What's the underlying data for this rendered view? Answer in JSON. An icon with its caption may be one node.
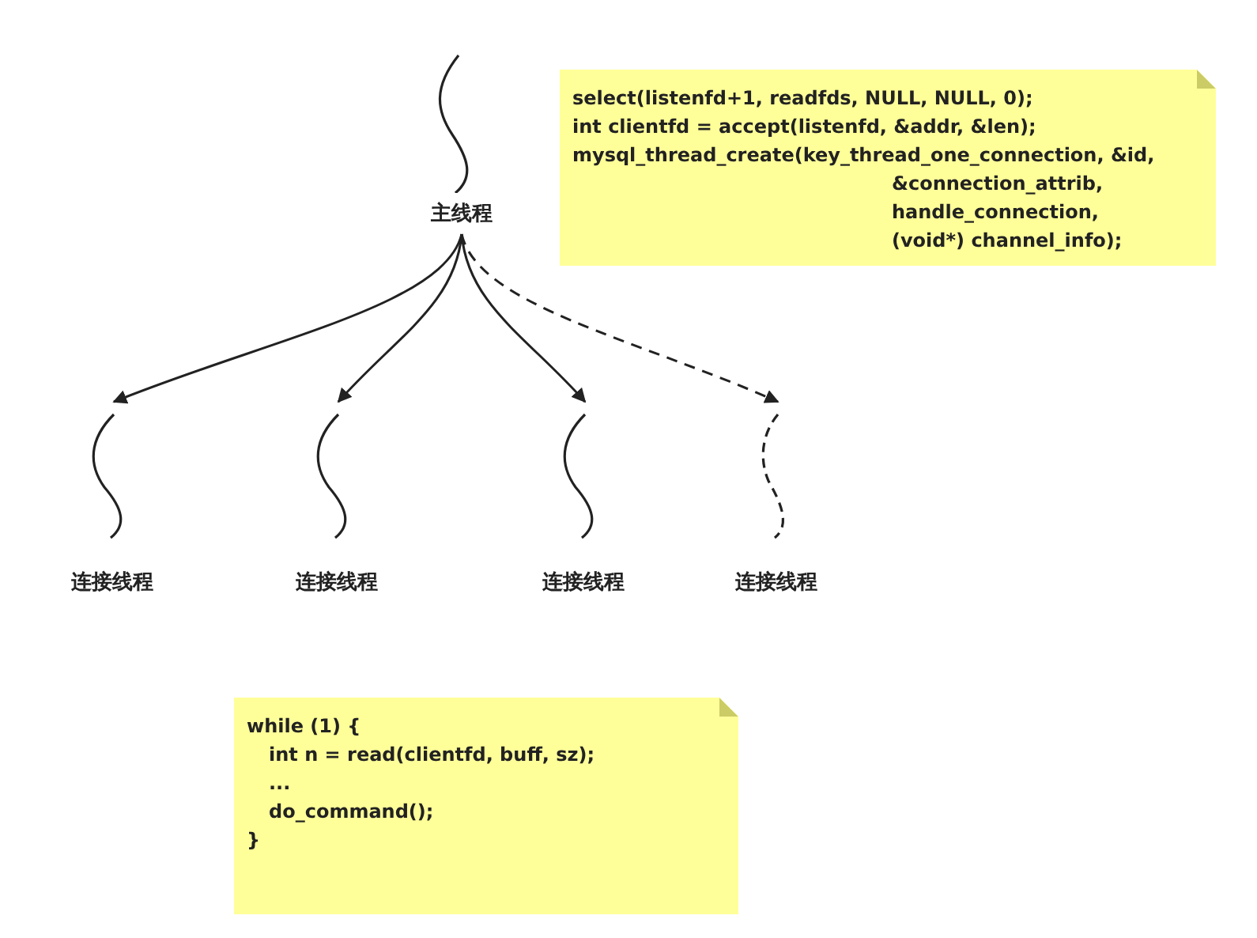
{
  "diagram": {
    "nodes": [
      {
        "text": [
          "主线程"
        ]
      },
      {
        "text": [
          "连接线程"
        ]
      },
      {
        "text": [
          "连接线程"
        ]
      },
      {
        "text": [
          "连接线程"
        ]
      },
      {
        "text": [
          "连接线程"
        ]
      },
      {
        "text": [
          "select(listenfd+1, readfds, NULL, NULL, 0);",
          "int clientfd = accept(listenfd, &addr, &len);",
          "mysql_thread_create(key_thread_one_connection, &id,",
          "&connection_attrib,",
          "handle_connection,",
          "(void*) channel_info);"
        ]
      },
      {
        "text": [
          "while (1) {",
          "int n = read(clientfd, buff, sz);",
          "...",
          "do_command();",
          "}"
        ]
      }
    ],
    "edges": [
      {
        "from": 0,
        "to": 1,
        "arrow": "to"
      },
      {
        "from": 0,
        "to": 2,
        "arrow": "to"
      },
      {
        "from": 0,
        "to": 3,
        "arrow": "to"
      },
      {
        "from": 0,
        "to": 4,
        "arrow": "to",
        "style": "dashed"
      }
    ]
  }
}
